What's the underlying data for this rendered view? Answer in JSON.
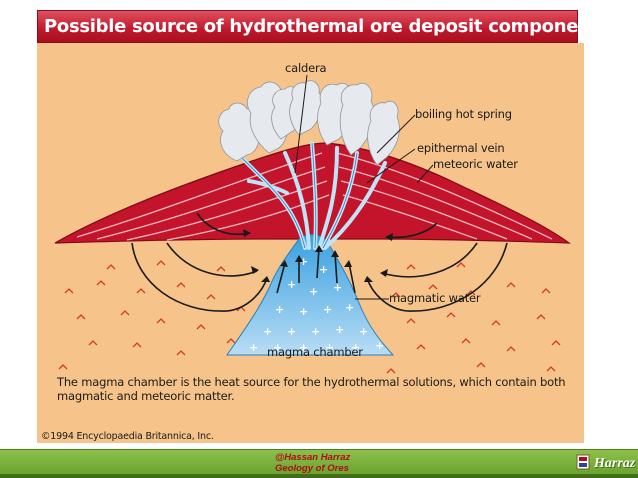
{
  "slide": {
    "title": "Possible source of hydrothermal ore deposit component"
  },
  "figure": {
    "labels": {
      "caldera": "caldera",
      "boiling_hot_spring": "boiling hot spring",
      "epithermal_vein": "epithermal vein",
      "meteoric_water": "meteoric water",
      "magmatic_water": "magmatic water",
      "magma_chamber": "magma chamber"
    },
    "caption": "The magma chamber is the heat source for the hydrothermal solutions, which contain both magmatic and meteoric matter.",
    "copyright": "©1994 Encyclopaedia Britannica, Inc.",
    "colors": {
      "background": "#f6c48a",
      "volcano": "#c3142c",
      "magma": "#5cb4e8",
      "steam": "#e6e9ee"
    }
  },
  "footer": {
    "author": "@Hassan Harraz",
    "subject": "Geology of Ores",
    "logo_text": "Harraz"
  }
}
